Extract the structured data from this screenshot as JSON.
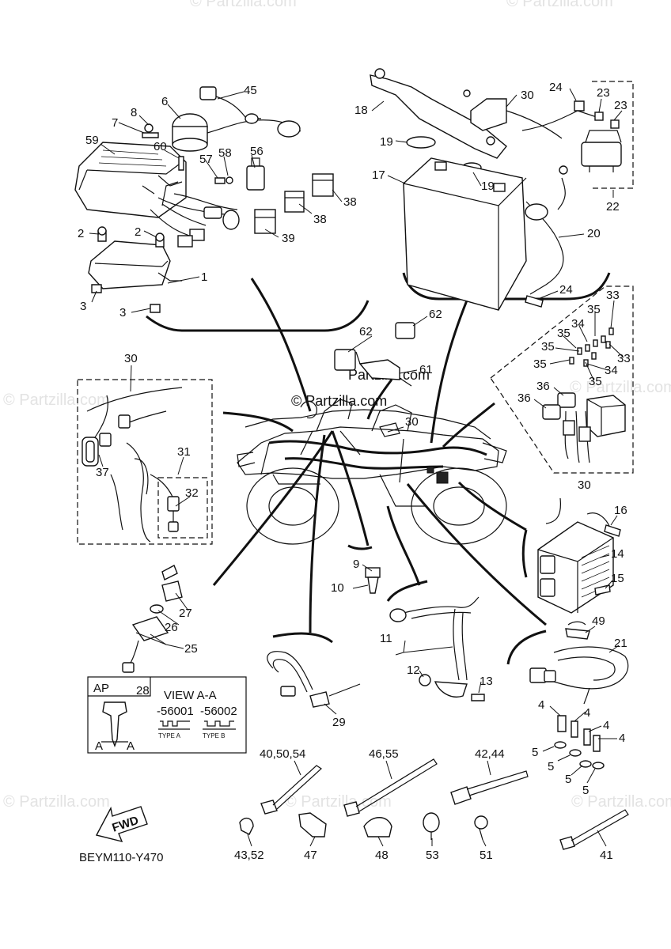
{
  "watermarks": [
    "© Partzilla.com",
    "© Partzilla.com",
    "© Partzilla.com",
    "© Partzilla.com",
    "© Partzilla.com",
    "© Partzilla.com",
    "© Partzilla.com"
  ],
  "watermark_center": "© Partzilla.com",
  "watermark_center2": "Partzilla.com",
  "diagram_code": "BEYM110-Y470",
  "view_box": {
    "ap_label": "AP",
    "part_number": "28",
    "title": "VIEW A-A",
    "code_a": "-56001",
    "code_b": "-56002",
    "type_a": "TYPE A",
    "type_b": "TYPE B",
    "section_a1": "A",
    "section_a2": "A"
  },
  "fwd_label": "FWD",
  "callouts": {
    "c45": "45",
    "c6": "6",
    "c8": "8",
    "c7": "7",
    "c59": "59",
    "c60": "60",
    "c56": "56",
    "c58": "58",
    "c57": "57",
    "c38a": "38",
    "c38b": "38",
    "c39": "39",
    "c2a": "2",
    "c2b": "2",
    "c1": "1",
    "c3a": "3",
    "c3b": "3",
    "c18": "18",
    "c30top": "30",
    "c24a": "24",
    "c23a": "23",
    "c23b": "23",
    "c19a": "19",
    "c19b": "19",
    "c17": "17",
    "c22": "22",
    "c20": "20",
    "c24b": "24",
    "c62a": "62",
    "c62b": "62",
    "c61": "61",
    "c30main": "30",
    "c33a": "33",
    "c35a": "35",
    "c34a": "34",
    "c35b": "35",
    "c35c": "35",
    "c33b": "33",
    "c35d": "35",
    "c34b": "34",
    "c35e": "35",
    "c36a": "36",
    "c36b": "36",
    "c30fuse": "30",
    "c30left": "30",
    "c37": "37",
    "c31": "31",
    "c32": "32",
    "c16": "16",
    "c14": "14",
    "c15": "15",
    "c9": "9",
    "c10": "10",
    "c27": "27",
    "c26": "26",
    "c25": "25",
    "c11": "11",
    "c12": "12",
    "c13": "13",
    "c49": "49",
    "c21": "21",
    "c29": "29",
    "c4a": "4",
    "c4b": "4",
    "c4c": "4",
    "c4d": "4",
    "c5a": "5",
    "c5b": "5",
    "c5c": "5",
    "c5d": "5",
    "c40": "40,50,54",
    "c46": "46,55",
    "c42": "42,44",
    "c43": "43,52",
    "c47": "47",
    "c48": "48",
    "c53": "53",
    "c51": "51",
    "c41": "41"
  }
}
